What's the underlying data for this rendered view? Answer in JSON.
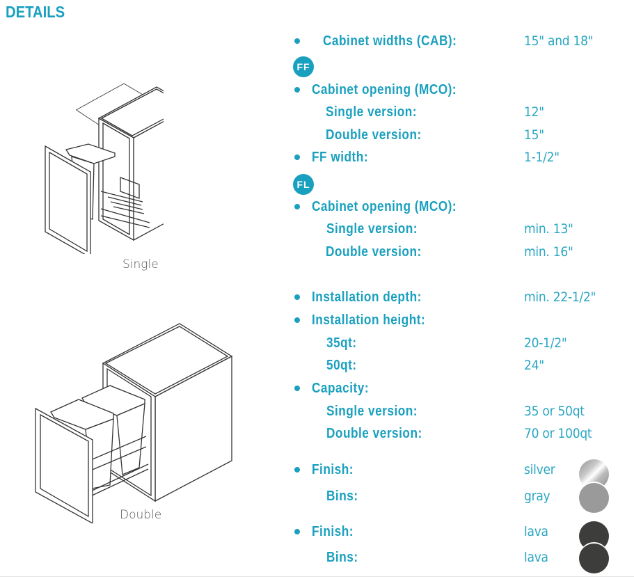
{
  "page": {
    "heading": "DETAILS",
    "accent_color": "#1aa0bf"
  },
  "illustrations": [
    {
      "name": "single",
      "caption": "Single"
    },
    {
      "name": "double",
      "caption": "Double"
    }
  ],
  "specs": {
    "cabinet_widths": {
      "label": "Cabinet widths (CAB):",
      "value": "15\" and 18\""
    },
    "ff": {
      "badge": "FF",
      "cabinet_opening": {
        "label": "Cabinet opening (MCO):"
      },
      "single": {
        "label": "Single version:",
        "value": "12\""
      },
      "double": {
        "label": "Double version:",
        "value": "15\""
      },
      "ff_width": {
        "label": "FF width:",
        "value": "1-1/2\""
      }
    },
    "fl": {
      "badge": "FL",
      "cabinet_opening": {
        "label": "Cabinet opening (MCO):"
      },
      "single": {
        "label": "Single version:",
        "value": "min. 13\""
      },
      "double": {
        "label": "Double version:",
        "value": "min. 16\""
      }
    },
    "installation_depth": {
      "label": "Installation depth:",
      "value": "min. 22-1/2\""
    },
    "installation_height": {
      "label": "Installation height:",
      "qt35": {
        "label": "35qt:",
        "value": "20-1/2\""
      },
      "qt50": {
        "label": "50qt:",
        "value": "24\""
      }
    },
    "capacity": {
      "label": "Capacity:",
      "single": {
        "label": "Single version:",
        "value": "35 or 50qt"
      },
      "double": {
        "label": "Double version:",
        "value": "70 or 100qt"
      }
    },
    "finish_options": [
      {
        "finish": {
          "label": "Finish:",
          "value": "silver",
          "swatch": "silver-gradient"
        },
        "bins": {
          "label": "Bins:",
          "value": "gray",
          "swatch": "#9a9a9a"
        }
      },
      {
        "finish": {
          "label": "Finish:",
          "value": "lava",
          "swatch": "#3d3e3b"
        },
        "bins": {
          "label": "Bins:",
          "value": "lava",
          "swatch": "#3d3e3b"
        }
      }
    ]
  }
}
